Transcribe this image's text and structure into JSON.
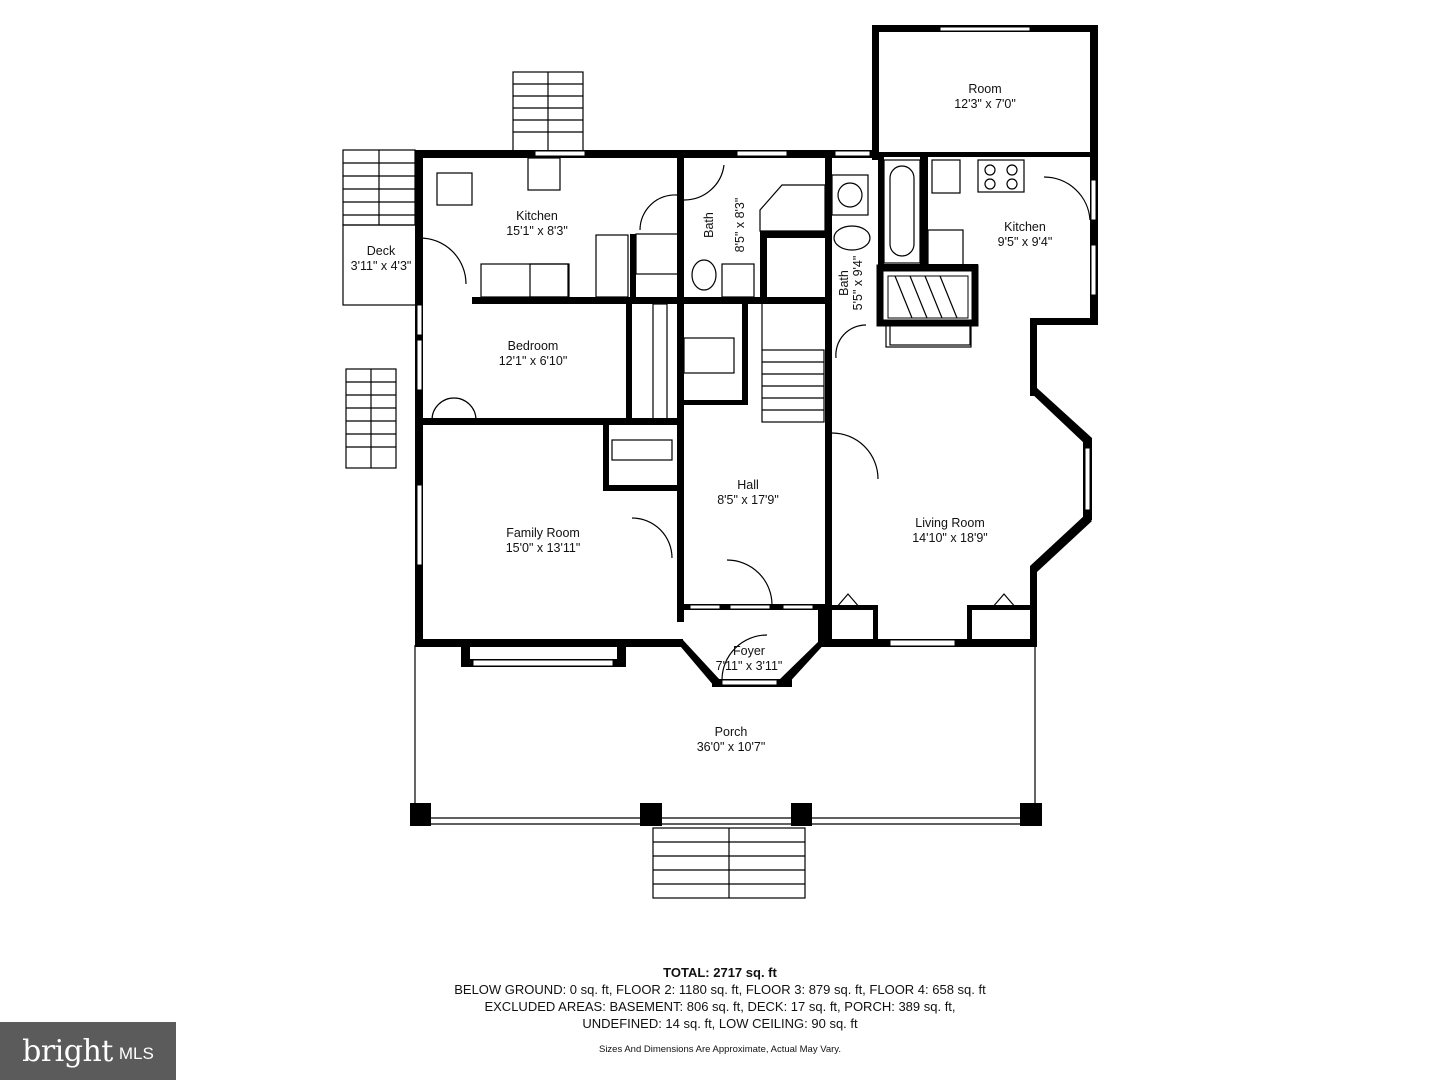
{
  "rooms": {
    "room_top": {
      "name": "Room",
      "dims": "12'3\" x 7'0\""
    },
    "kitchen_left": {
      "name": "Kitchen",
      "dims": "15'1\" x 8'3\""
    },
    "deck": {
      "name": "Deck",
      "dims": "3'11\" x 4'3\""
    },
    "bath_1": {
      "name": "Bath",
      "dims": "8'5\" x 8'3\""
    },
    "bath_2": {
      "name": "Bath",
      "dims": "5'5\" x 9'4\""
    },
    "kitchen_right": {
      "name": "Kitchen",
      "dims": "9'5\" x 9'4\""
    },
    "bedroom": {
      "name": "Bedroom",
      "dims": "12'1\" x 6'10\""
    },
    "family_room": {
      "name": "Family Room",
      "dims": "15'0\" x 13'11\""
    },
    "hall": {
      "name": "Hall",
      "dims": "8'5\" x 17'9\""
    },
    "living_room": {
      "name": "Living Room",
      "dims": "14'10\" x 18'9\""
    },
    "foyer": {
      "name": "Foyer",
      "dims": "7'11\" x 3'11\""
    },
    "porch": {
      "name": "Porch",
      "dims": "36'0\" x 10'7\""
    }
  },
  "summary": {
    "total": "TOTAL: 2717 sq. ft",
    "line1": "BELOW GROUND: 0 sq. ft, FLOOR 2: 1180 sq. ft, FLOOR 3: 879 sq. ft, FLOOR 4: 658 sq. ft",
    "line2": "EXCLUDED AREAS: BASEMENT: 806 sq. ft, DECK: 17 sq. ft, PORCH: 389 sq. ft,",
    "line3": "UNDEFINED: 14 sq. ft, LOW CEILING: 90 sq. ft"
  },
  "note": "Sizes And Dimensions Are Approximate, Actual May Vary.",
  "brand": {
    "logo_word": "bright",
    "logo_suffix": "MLS"
  }
}
